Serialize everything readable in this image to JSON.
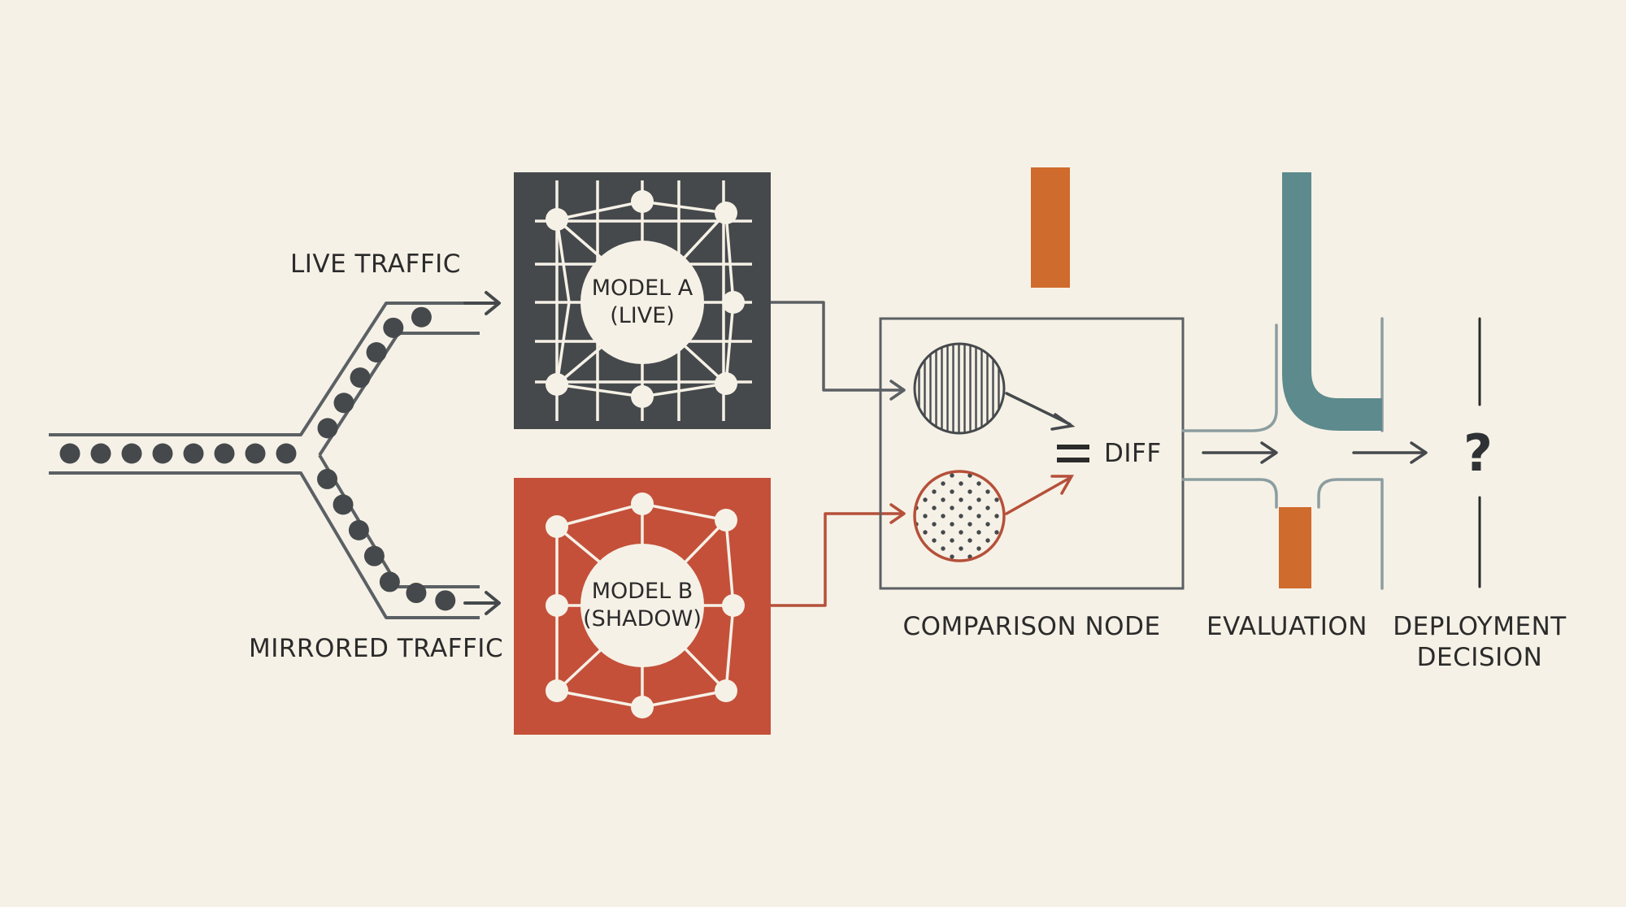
{
  "labels": {
    "live_traffic": "LIVE TRAFFIC",
    "mirrored_traffic": "MIRRORED TRAFFIC",
    "model_a_line1": "MODEL A",
    "model_a_line2": "(LIVE)",
    "model_b_line1": "MODEL B",
    "model_b_line2": "(SHADOW)",
    "diff": "DIFF",
    "comparison_node": "COMPARISON NODE",
    "evaluation": "EVALUATION",
    "deployment_line1": "DEPLOYMENT",
    "deployment_line2": "DECISION",
    "question_mark": "?"
  },
  "colors": {
    "background": "#f6f1e6",
    "ink": "#2b2b2b",
    "line": "#5b6064",
    "model_a": "#45494c",
    "model_b": "#c4503a",
    "evaluation_pipe": "#5d8a8d",
    "orange_bar": "#cf6b2c"
  }
}
